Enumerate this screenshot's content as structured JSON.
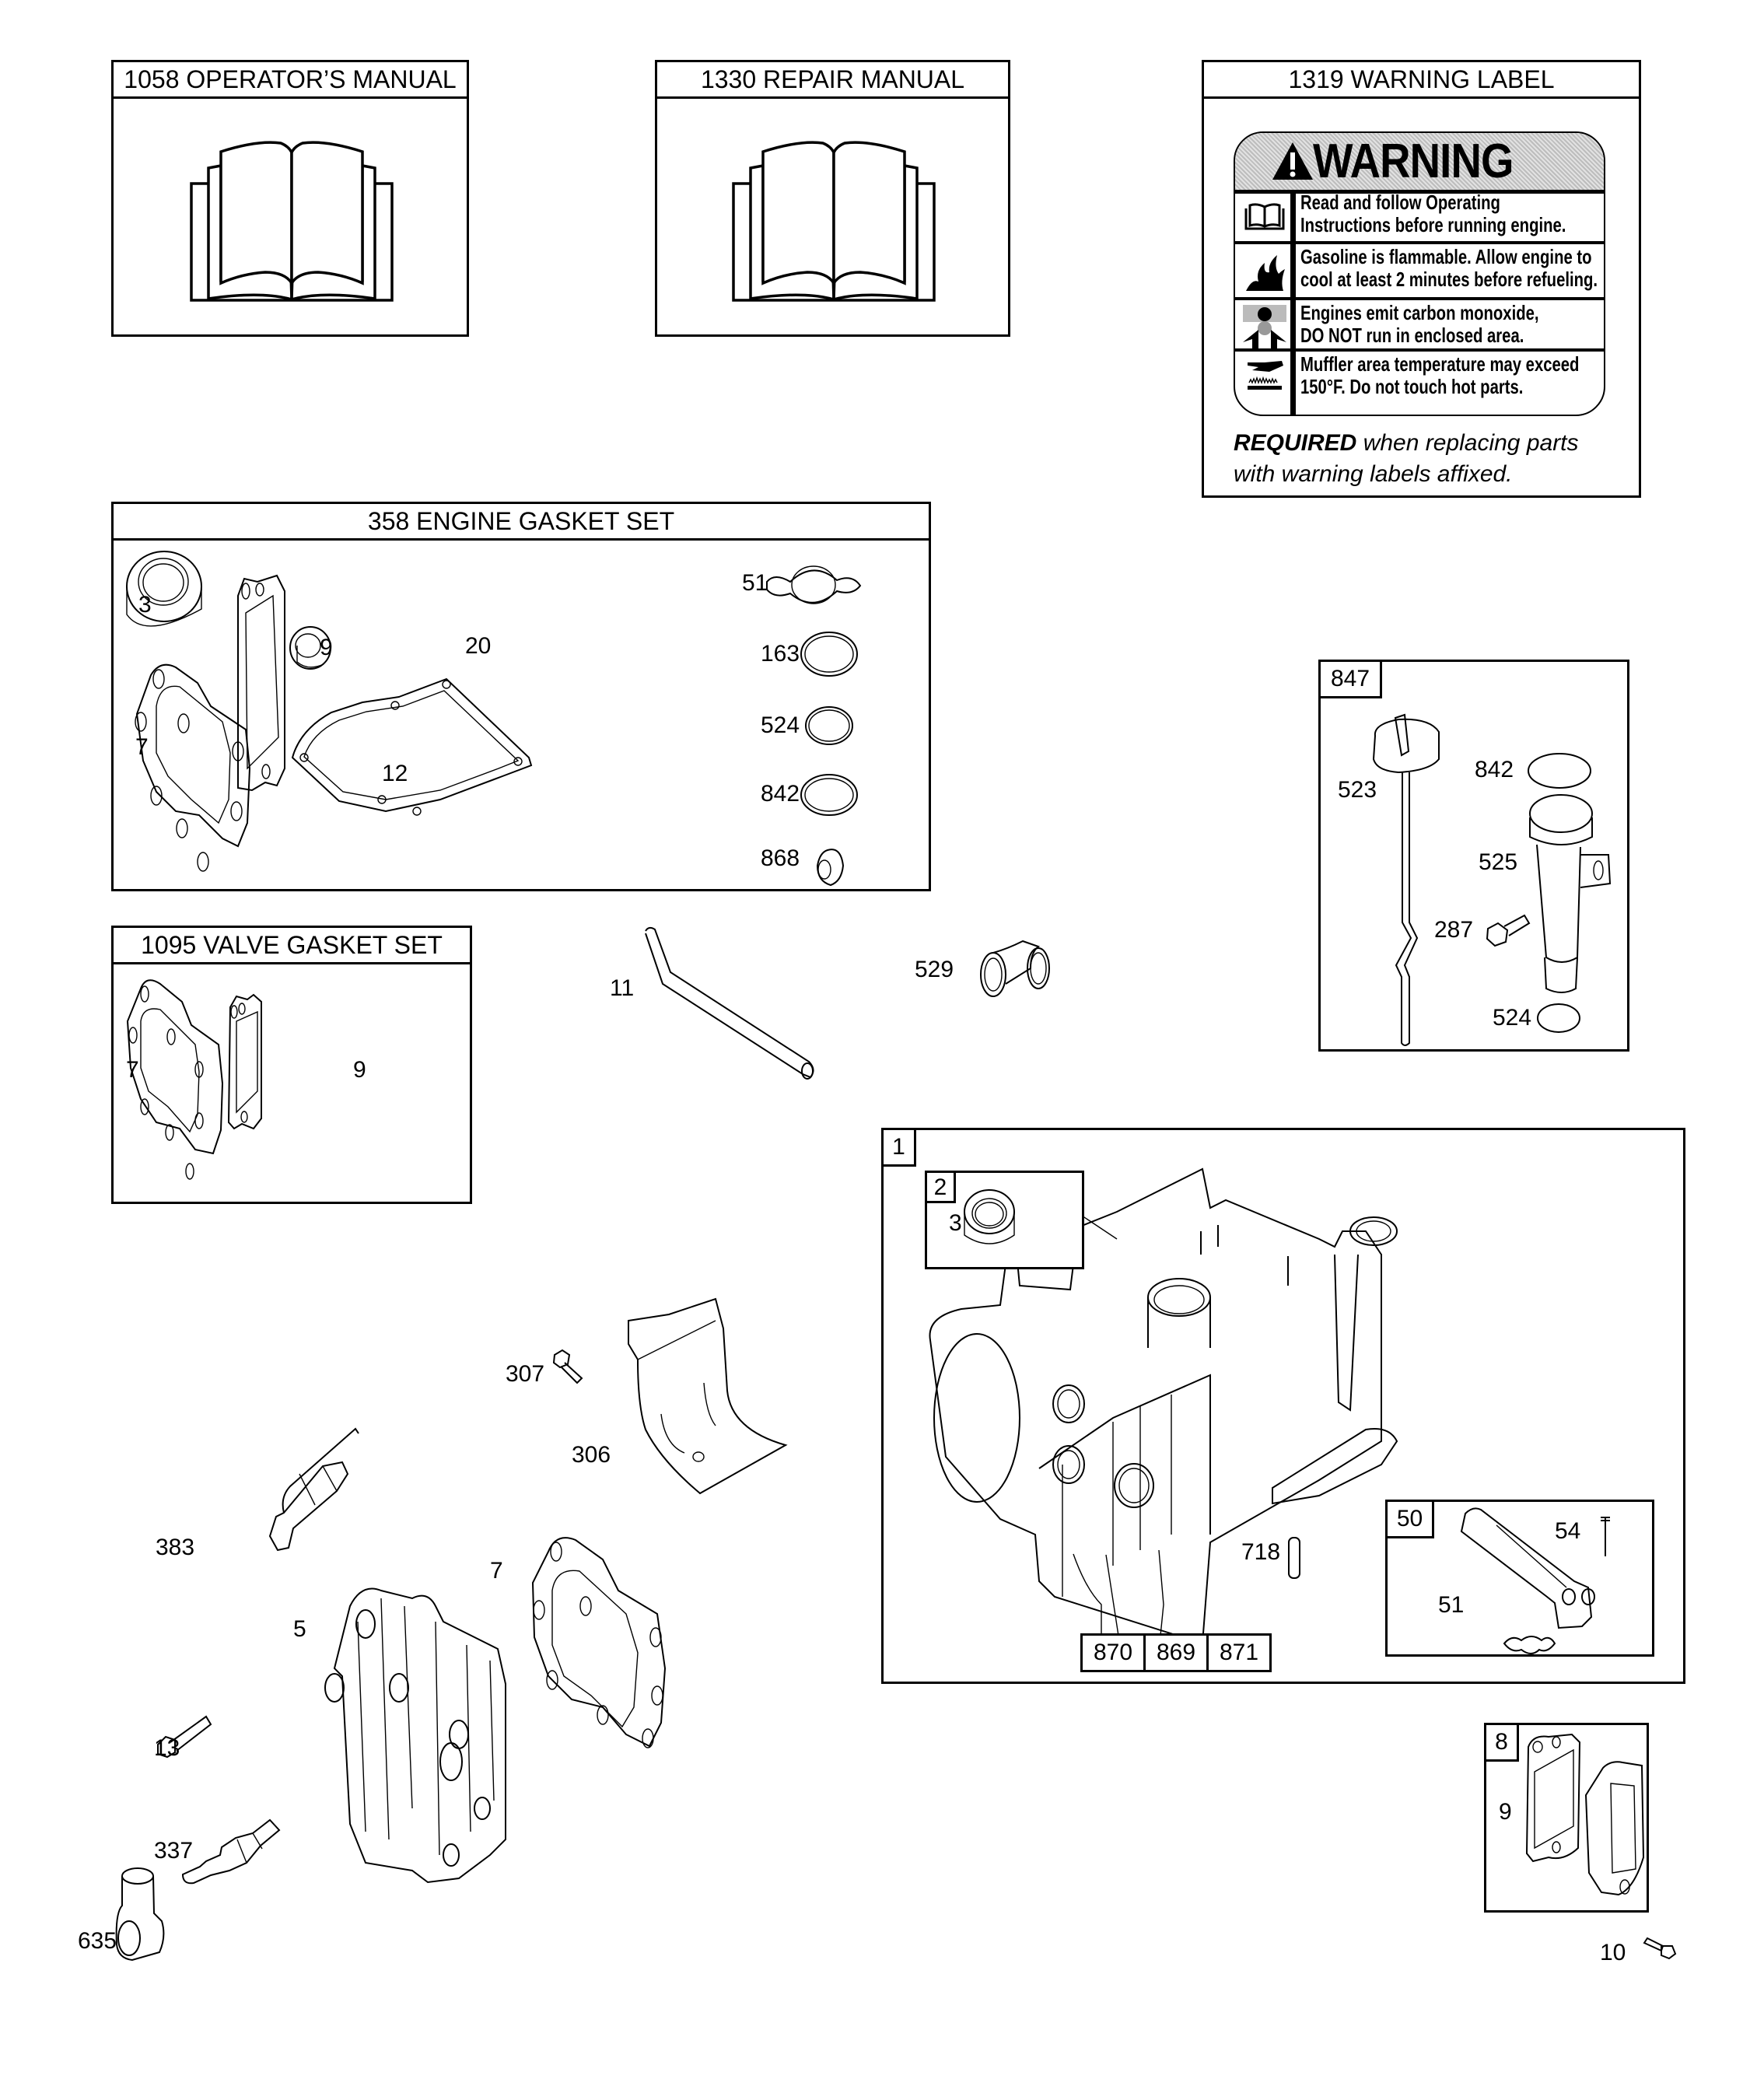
{
  "diagram": {
    "title": "Engine parts diagram",
    "kits": {
      "operators_manual": {
        "label": "1058 OPERATOR’S MANUAL",
        "icon": "book-icon"
      },
      "repair_manual": {
        "label": "1330 REPAIR MANUAL",
        "icon": "book-icon"
      },
      "warning_label": {
        "label": "1319 WARNING LABEL",
        "sign_title": "WARNING",
        "rows": [
          {
            "icon": "manual-icon",
            "line1": "Read and follow Operating",
            "line2": "Instructions before running engine."
          },
          {
            "icon": "fire-icon",
            "line1": "Gasoline is flammable. Allow engine to",
            "line2": "cool at least 2 minutes before refueling."
          },
          {
            "icon": "toxic-fumes-icon",
            "line1": "Engines emit carbon monoxide,",
            "line2": "DO NOT run in enclosed area."
          },
          {
            "icon": "hot-surface-icon",
            "line1": "Muffler area temperature may exceed",
            "line2": "150°F.  Do not touch hot parts."
          }
        ],
        "note_bold": "REQUIRED",
        "note_line1": " when replacing parts",
        "note_line2": "with warning labels affixed."
      },
      "engine_gasket_set": {
        "label": "358 ENGINE GASKET SET",
        "parts": [
          "3",
          "9",
          "20",
          "51",
          "163",
          "7",
          "12",
          "524",
          "842",
          "868"
        ]
      },
      "valve_gasket_set": {
        "label": "1095 VALVE GASKET SET",
        "parts": [
          "7",
          "9"
        ]
      },
      "oil_fill_kit": {
        "label": "847",
        "parts": [
          "523",
          "842",
          "525",
          "287",
          "524"
        ]
      },
      "cylinder_block": {
        "label": "1",
        "sub_bearing": {
          "label": "2",
          "part": "3"
        },
        "sub_breather": {
          "label": "50",
          "parts": [
            "54",
            "51"
          ]
        },
        "pin": "718",
        "bottom_tags": [
          "870",
          "869",
          "871"
        ]
      },
      "breather_kit": {
        "label": "8",
        "part": "9"
      }
    },
    "loose_parts": [
      "11",
      "529",
      "307",
      "306",
      "383",
      "7",
      "5",
      "13",
      "337",
      "635",
      "10"
    ]
  }
}
